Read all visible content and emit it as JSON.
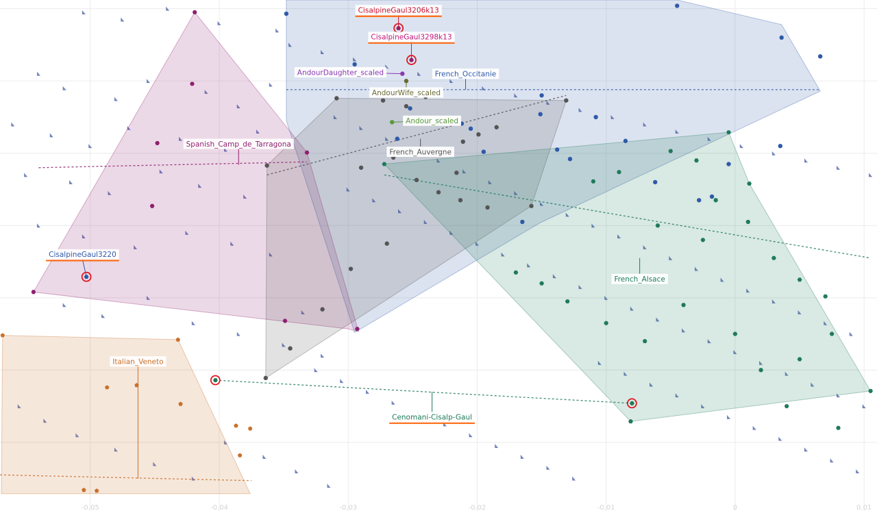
{
  "chart_data": {
    "type": "scatter",
    "title": "",
    "xlabel": "",
    "ylabel": "",
    "xlim": [
      -0.057,
      0.011
    ],
    "ylim": [
      -0.0395,
      0.0312
    ],
    "grid": true,
    "x_ticks": [
      -0.05,
      -0.04,
      -0.03,
      -0.02,
      -0.01,
      0,
      0.01
    ],
    "x_tick_labels": [
      "-0.05",
      "-0.04",
      "-0.03",
      "-0.02",
      "-0.01",
      "0",
      "0.01"
    ],
    "y_ticks": [
      0.03,
      0.02,
      0.01,
      0,
      -0.01,
      -0.02,
      -0.03
    ],
    "colors": {
      "French_Occitanie": "#2f5aa8",
      "Spanish_Camp_de_Tarragona": "#8e1f6e",
      "French_Auvergne": "#555555",
      "French_Alsace": "#1f7a5a",
      "Italian_Veneto": "#c8702a",
      "background_points": "#5a6fb0",
      "highlight": "#e0161f"
    },
    "hulls": [
      {
        "name": "French_Occitanie",
        "color": "#2f5aa8",
        "points": [
          [
            -0.0348,
            0.0312
          ],
          [
            -0.0045,
            0.0312
          ],
          [
            0.0036,
            0.0278
          ],
          [
            0.0066,
            0.0186
          ],
          [
            -0.0151,
            0.0004
          ],
          [
            -0.0295,
            -0.0148
          ],
          [
            -0.0348,
            0.0145
          ]
        ]
      },
      {
        "name": "Spanish_Camp_de_Tarragona",
        "color": "#8e1f6e",
        "points": [
          [
            -0.0419,
            0.0295
          ],
          [
            -0.0332,
            0.0101
          ],
          [
            -0.0292,
            -0.0147
          ],
          [
            -0.03,
            -0.0143
          ],
          [
            -0.0544,
            -0.0092
          ]
        ]
      },
      {
        "name": "French_Auvergne",
        "color": "#555555",
        "points": [
          [
            -0.0309,
            0.0176
          ],
          [
            -0.0131,
            0.0173
          ],
          [
            -0.0158,
            0.0027
          ],
          [
            -0.0364,
            -0.0211
          ],
          [
            -0.0363,
            0.0083
          ]
        ]
      },
      {
        "name": "French_Alsace",
        "color": "#1f7a5a",
        "points": [
          [
            -0.0272,
            0.0085
          ],
          [
            -0.0005,
            0.0129
          ],
          [
            0.0011,
            0.0058
          ],
          [
            0.0105,
            -0.0229
          ],
          [
            -0.0081,
            -0.0271
          ]
        ]
      },
      {
        "name": "Italian_Veneto",
        "color": "#c8702a",
        "points": [
          [
            -0.0568,
            -0.0152
          ],
          [
            -0.0432,
            -0.0158
          ],
          [
            -0.0376,
            -0.0371
          ],
          [
            -0.0569,
            -0.0371
          ]
        ]
      }
    ],
    "series": [
      {
        "name": "French_Occitanie",
        "color": "#2f5aa8",
        "marker": "circle",
        "x": [
          -0.0348,
          -0.0045,
          0.0036,
          0.0066,
          -0.0151,
          -0.0295,
          -0.0212,
          -0.015,
          -0.0252,
          -0.023,
          -0.0138,
          -0.0085,
          -0.0018,
          0.0035,
          -0.0005,
          -0.0062,
          -0.0028,
          -0.0108,
          -0.0165,
          -0.0195,
          -0.0262,
          -0.0205,
          -0.0128
        ],
        "y": [
          0.0293,
          0.0304,
          0.026,
          0.0234,
          0.0154,
          0.0223,
          0.0141,
          0.018,
          0.0162,
          0.0145,
          0.0105,
          0.0117,
          0.004,
          0.011,
          0.0085,
          0.006,
          0.0035,
          0.015,
          0.0005,
          0.0102,
          0.012,
          0.0134,
          0.0092
        ]
      },
      {
        "name": "Spanish_Camp_de_Tarragona",
        "color": "#8e1f6e",
        "marker": "hexagon",
        "x": [
          -0.0419,
          -0.0421,
          -0.0448,
          -0.0452,
          -0.0349,
          -0.0332,
          -0.0293,
          -0.0544
        ],
        "y": [
          0.0295,
          0.0196,
          0.0114,
          0.0027,
          -0.0132,
          0.0101,
          -0.0143,
          -0.0092
        ]
      },
      {
        "name": "French_Auvergne",
        "color": "#555555",
        "marker": "circle",
        "x": [
          -0.0309,
          -0.0131,
          -0.0158,
          -0.0364,
          -0.0363,
          -0.0273,
          -0.0255,
          -0.024,
          -0.023,
          -0.0211,
          -0.0199,
          -0.0185,
          -0.0265,
          -0.029,
          -0.0216,
          -0.0247,
          -0.023,
          -0.0213,
          -0.0192,
          -0.0345,
          -0.032,
          -0.0298,
          -0.027
        ],
        "y": [
          0.0176,
          0.0173,
          0.0027,
          -0.0211,
          0.0083,
          0.0173,
          0.0165,
          0.0178,
          0.0102,
          0.0116,
          0.0126,
          0.0136,
          0.0094,
          0.008,
          0.0073,
          0.0063,
          0.0046,
          0.0035,
          0.0025,
          -0.017,
          -0.0116,
          -0.006,
          -0.0025
        ]
      },
      {
        "name": "French_Alsace",
        "color": "#1f7a5a",
        "marker": "hexagon",
        "x": [
          -0.0272,
          -0.0005,
          0.0011,
          0.0105,
          -0.0081,
          -0.011,
          -0.009,
          -0.005,
          -0.003,
          -0.0015,
          0.001,
          0.003,
          0.005,
          0.007,
          -0.017,
          -0.015,
          -0.013,
          -0.01,
          -0.007,
          -0.004,
          0.0,
          0.002,
          0.004,
          0.008,
          -0.006,
          -0.0025,
          0.005,
          0.0075
        ],
        "y": [
          0.0085,
          0.0129,
          0.0058,
          -0.0229,
          -0.0271,
          0.0061,
          0.0074,
          0.0103,
          0.009,
          0.0035,
          0.0005,
          -0.0045,
          -0.0075,
          -0.0098,
          -0.0065,
          -0.008,
          -0.0105,
          -0.0135,
          -0.016,
          -0.011,
          -0.015,
          -0.02,
          -0.025,
          -0.028,
          0.0,
          -0.002,
          -0.0185,
          -0.015
        ]
      },
      {
        "name": "Italian_Veneto",
        "color": "#c8702a",
        "marker": "pentagon",
        "x": [
          -0.0568,
          -0.0432,
          -0.0376,
          -0.0387,
          -0.0464,
          -0.0487,
          -0.043,
          -0.0505,
          -0.0495,
          -0.0384
        ],
        "y": [
          -0.0152,
          -0.0158,
          -0.0281,
          -0.0277,
          -0.0221,
          -0.0224,
          -0.0247,
          -0.0366,
          -0.0367,
          -0.0318
        ]
      },
      {
        "name": "Andour_scaled",
        "color": "#5a9a3c",
        "marker": "circle",
        "x": [
          -0.0266
        ],
        "y": [
          0.0143
        ]
      },
      {
        "name": "AndourWife_scaled",
        "color": "#6b6b35",
        "marker": "circle",
        "x": [
          -0.0255
        ],
        "y": [
          0.02
        ]
      },
      {
        "name": "AndourDaughter_scaled",
        "color": "#8a38b0",
        "marker": "circle",
        "x": [
          -0.0258
        ],
        "y": [
          0.021
        ]
      },
      {
        "name": "CisalpineGaul3206k13",
        "color": "#8e1f6e",
        "marker": "hexagon",
        "highlight": true,
        "x": [
          -0.0261
        ],
        "y": [
          0.0273
        ]
      },
      {
        "name": "CisalpineGaul3298k13",
        "color": "#8e1f6e",
        "marker": "hexagon",
        "highlight": true,
        "x": [
          -0.0251
        ],
        "y": [
          0.0229
        ]
      },
      {
        "name": "CisalpineGaul3220",
        "color": "#2f5aa8",
        "marker": "hexagon",
        "highlight": true,
        "x": [
          -0.0503
        ],
        "y": [
          -0.0071
        ]
      },
      {
        "name": "Cenomani-Cisalp-Gaul",
        "color": "#1f7a5a",
        "marker": "hexagon",
        "highlight": true,
        "x": [
          -0.0403,
          -0.008
        ],
        "y": [
          -0.0214,
          -0.0246
        ]
      }
    ],
    "background_points": {
      "marker": "triangle",
      "color": "#5a6fb0",
      "x": [
        -0.0505,
        -0.0475,
        -0.044,
        -0.04,
        -0.0355,
        -0.054,
        -0.052,
        -0.048,
        -0.0455,
        -0.041,
        -0.0385,
        -0.036,
        -0.056,
        -0.053,
        -0.05,
        -0.047,
        -0.043,
        -0.0395,
        -0.037,
        -0.055,
        -0.0515,
        -0.0485,
        -0.0445,
        -0.0415,
        -0.038,
        -0.054,
        -0.0505,
        -0.0465,
        -0.0425,
        -0.039,
        -0.036,
        -0.0335,
        -0.052,
        -0.049,
        -0.0455,
        -0.042,
        -0.0385,
        -0.035,
        -0.032,
        -0.03,
        -0.028,
        -0.026,
        -0.024,
        -0.022,
        -0.02,
        -0.018,
        -0.016,
        -0.014,
        -0.012,
        -0.01,
        -0.008,
        -0.006,
        -0.004,
        -0.002,
        0.0,
        0.002,
        0.004,
        0.006,
        0.008,
        0.01,
        -0.031,
        -0.029,
        -0.027,
        -0.025,
        -0.023,
        -0.021,
        -0.019,
        -0.017,
        -0.015,
        -0.013,
        -0.011,
        -0.009,
        -0.007,
        -0.005,
        -0.003,
        -0.001,
        0.001,
        0.003,
        0.005,
        0.007,
        0.009,
        -0.0325,
        -0.0305,
        -0.0285,
        -0.0265,
        -0.0245,
        -0.0225,
        -0.0205,
        -0.0185,
        -0.0165,
        -0.0145,
        -0.0125,
        -0.0105,
        -0.0085,
        -0.0065,
        -0.0045,
        -0.0025,
        -0.0005,
        0.0015,
        0.0035,
        0.0055,
        0.0075,
        0.0095,
        -0.0345,
        -0.032,
        -0.0295,
        -0.027,
        -0.0245,
        -0.022,
        -0.0195,
        -0.017,
        -0.0145,
        -0.012,
        -0.0095,
        -0.007,
        -0.0045,
        -0.002,
        0.0005,
        0.003,
        0.0055,
        0.008,
        0.0105,
        -0.0555,
        -0.0535,
        -0.051,
        -0.048,
        -0.045,
        -0.042,
        -0.0395,
        -0.0365,
        -0.034,
        -0.0315
      ],
      "y": [
        0.0295,
        0.0285,
        0.03,
        0.028,
        0.027,
        0.021,
        0.019,
        0.0175,
        0.02,
        0.0185,
        0.0165,
        0.0195,
        0.014,
        0.0125,
        0.011,
        0.0135,
        0.012,
        0.0105,
        0.013,
        0.007,
        0.006,
        0.0045,
        0.0075,
        0.0055,
        0.004,
        0.0,
        -0.0015,
        -0.003,
        -0.001,
        -0.0025,
        -0.004,
        -0.012,
        -0.011,
        -0.0125,
        -0.01,
        -0.0135,
        -0.015,
        -0.0165,
        -0.018,
        0.005,
        0.0035,
        0.002,
        0.0005,
        -0.001,
        -0.0025,
        -0.004,
        -0.0055,
        -0.007,
        -0.0085,
        -0.01,
        -0.0115,
        -0.013,
        -0.0145,
        -0.016,
        -0.0175,
        -0.019,
        -0.0205,
        -0.022,
        -0.0235,
        -0.025,
        0.015,
        0.0135,
        0.012,
        0.0105,
        0.009,
        0.0075,
        0.006,
        0.0045,
        0.003,
        0.0015,
        0.0,
        -0.0015,
        -0.003,
        -0.0045,
        -0.006,
        -0.0075,
        -0.009,
        -0.0105,
        -0.012,
        -0.0135,
        -0.015,
        -0.02,
        -0.0215,
        -0.023,
        -0.0245,
        -0.026,
        -0.0275,
        -0.029,
        -0.0305,
        -0.032,
        -0.0335,
        -0.035,
        -0.019,
        -0.0205,
        -0.022,
        -0.0235,
        -0.025,
        -0.0265,
        -0.028,
        -0.0295,
        -0.031,
        -0.0325,
        -0.034,
        0.025,
        0.024,
        0.023,
        0.022,
        0.021,
        0.02,
        0.019,
        0.018,
        0.017,
        0.016,
        0.015,
        0.014,
        0.013,
        0.012,
        0.011,
        0.01,
        0.009,
        0.008,
        0.007,
        -0.025,
        -0.027,
        -0.029,
        -0.031,
        -0.033,
        -0.035,
        -0.03,
        -0.032,
        -0.034,
        -0.036
      ]
    },
    "dashed_lines": [
      {
        "name": "French_Occitanie",
        "color": "#2f5aa8",
        "from": [
          -0.0348,
          0.0188
        ],
        "to": [
          0.0066,
          0.0188
        ]
      },
      {
        "name": "Spanish_Camp_de_Tarragona",
        "color": "#8e1f6e",
        "from": [
          -0.054,
          0.008
        ],
        "to": [
          -0.0332,
          0.0088
        ]
      },
      {
        "name": "French_Auvergne",
        "color": "#555555",
        "from": [
          -0.0363,
          0.007
        ],
        "to": [
          -0.0131,
          0.018
        ]
      },
      {
        "name": "French_Alsace",
        "color": "#1f7a5a",
        "from": [
          -0.0272,
          0.007
        ],
        "to": [
          0.0105,
          -0.0045
        ]
      },
      {
        "name": "Cenomani-Cisalp-Gaul",
        "color": "#1f7a5a",
        "from": [
          -0.0403,
          -0.0214
        ],
        "to": [
          -0.008,
          -0.0246
        ]
      },
      {
        "name": "Italian_Veneto",
        "color": "#c8702a",
        "from": [
          -0.057,
          -0.0345
        ],
        "to": [
          -0.0375,
          -0.0353
        ]
      }
    ],
    "labels": [
      {
        "text": "CisalpineGaul3206k13",
        "color": "#c8102e",
        "underline": "#ff6a13",
        "x": -0.0261,
        "y": 0.0298,
        "anchor_x": -0.0261,
        "anchor_y": 0.0273
      },
      {
        "text": "CisalpineGaul3298k13",
        "color": "#c0157a",
        "underline": "#ff6a13",
        "x": -0.0251,
        "y": 0.0261,
        "anchor_x": -0.0251,
        "anchor_y": 0.0229
      },
      {
        "text": "AndourDaughter_scaled",
        "color": "#8a38b0",
        "underline": "",
        "x": -0.0306,
        "y": 0.0212,
        "anchor_x": -0.0258,
        "anchor_y": 0.021
      },
      {
        "text": "French_Occitanie",
        "color": "#2f5aa8",
        "underline": "",
        "x": -0.0209,
        "y": 0.021,
        "anchor_x": -0.0209,
        "anchor_y": 0.0188
      },
      {
        "text": "AndourWife_scaled",
        "color": "#6b6b35",
        "underline": "",
        "x": -0.0255,
        "y": 0.0184,
        "anchor_x": -0.0255,
        "anchor_y": 0.02
      },
      {
        "text": "Andour_scaled",
        "color": "#5a9a3c",
        "underline": "",
        "x": -0.0235,
        "y": 0.0145,
        "anchor_x": -0.0266,
        "anchor_y": 0.0143
      },
      {
        "text": "Spanish_Camp_de_Tarragona",
        "color": "#8e1f6e",
        "underline": "",
        "x": -0.0385,
        "y": 0.0113,
        "anchor_x": -0.0385,
        "anchor_y": 0.0084
      },
      {
        "text": "French_Auvergne",
        "color": "#555555",
        "underline": "",
        "x": -0.0244,
        "y": 0.0102,
        "anchor_x": -0.0244,
        "anchor_y": 0.012
      },
      {
        "text": "CisalpineGaul3220",
        "color": "#2f5aa8",
        "underline": "#ff6a13",
        "x": -0.0506,
        "y": -0.004,
        "anchor_x": -0.0503,
        "anchor_y": -0.0071
      },
      {
        "text": "French_Alsace",
        "color": "#1f7a5a",
        "underline": "",
        "x": -0.0074,
        "y": -0.0074,
        "anchor_x": -0.0074,
        "anchor_y": -0.0045
      },
      {
        "text": "Italian_Veneto",
        "color": "#c8702a",
        "underline": "",
        "x": -0.0463,
        "y": -0.0188,
        "anchor_x": -0.0463,
        "anchor_y": -0.035
      },
      {
        "text": "Cenomani-Cisalp-Gaul",
        "color": "#1f7a5a",
        "underline": "#ff6a13",
        "x": -0.0235,
        "y": -0.0265,
        "anchor_x": -0.0235,
        "anchor_y": -0.023
      }
    ]
  }
}
